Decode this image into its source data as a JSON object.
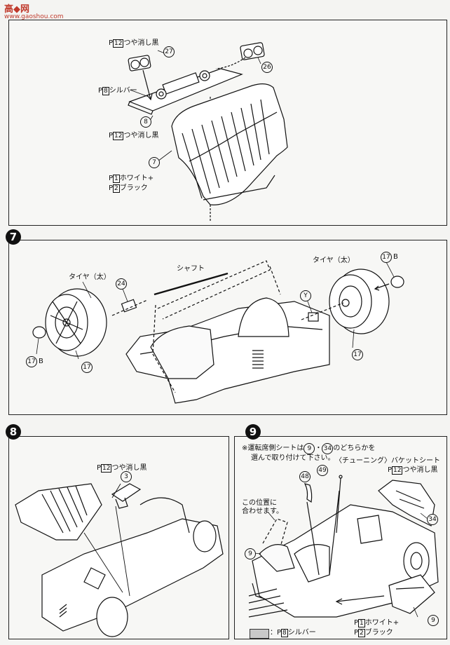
{
  "watermark": {
    "text": "高◆网",
    "url": "www.gaoshou.com"
  },
  "step6": {
    "labels": [
      {
        "key": "p12a",
        "prefix": "P",
        "num": "12",
        "text": "つや消し黒"
      },
      {
        "key": "p8",
        "prefix": "P",
        "num": "8",
        "text": "シルバー"
      },
      {
        "key": "p12b",
        "prefix": "P",
        "num": "12",
        "text": "つや消し黒"
      },
      {
        "key": "p1",
        "prefix": "P",
        "num": "1",
        "text": "ホワイト+"
      },
      {
        "key": "p2",
        "prefix": "P",
        "num": "2",
        "text": "ブラック"
      }
    ],
    "parts": [
      "27",
      "26",
      "8",
      "7"
    ]
  },
  "step7": {
    "badge": "7",
    "tire_left": "タイヤ（太）",
    "tire_right": "タイヤ（太）",
    "shaft": "シャフト",
    "parts": {
      "p24": "24",
      "pY": "Y",
      "p17b_top": "17",
      "p17b_left": "17",
      "p17_left": "17",
      "p17_right": "17"
    },
    "suffix_b": "B"
  },
  "step8": {
    "badge": "8",
    "label": {
      "prefix": "P",
      "num": "12",
      "text": "つや消し黒"
    },
    "part": "3"
  },
  "step9": {
    "badge": "9",
    "note_line1": "※運転席側シートは",
    "note_num1": "9",
    "note_dot": "・",
    "note_num2": "34",
    "note_line1_end": "のどちらかを",
    "note_line2": "選んで取り付けて下さい。",
    "bucket_seat": "〈チューニング〉バケットシート",
    "bucket_color": {
      "prefix": "P",
      "num": "12",
      "text": "つや消し黒"
    },
    "position_note": [
      "この位置に",
      "合わせます。"
    ],
    "parts": {
      "p48": "48",
      "p49": "49",
      "p9a": "9",
      "p34": "34",
      "p9b": "9"
    },
    "colors": [
      {
        "prefix": "P",
        "num": "1",
        "text": "ホワイト+"
      },
      {
        "prefix": "P",
        "num": "2",
        "text": "ブラック"
      }
    ],
    "legend": {
      "prefix": "P",
      "num": "8",
      "text": "シルバー",
      "sep": "："
    }
  }
}
